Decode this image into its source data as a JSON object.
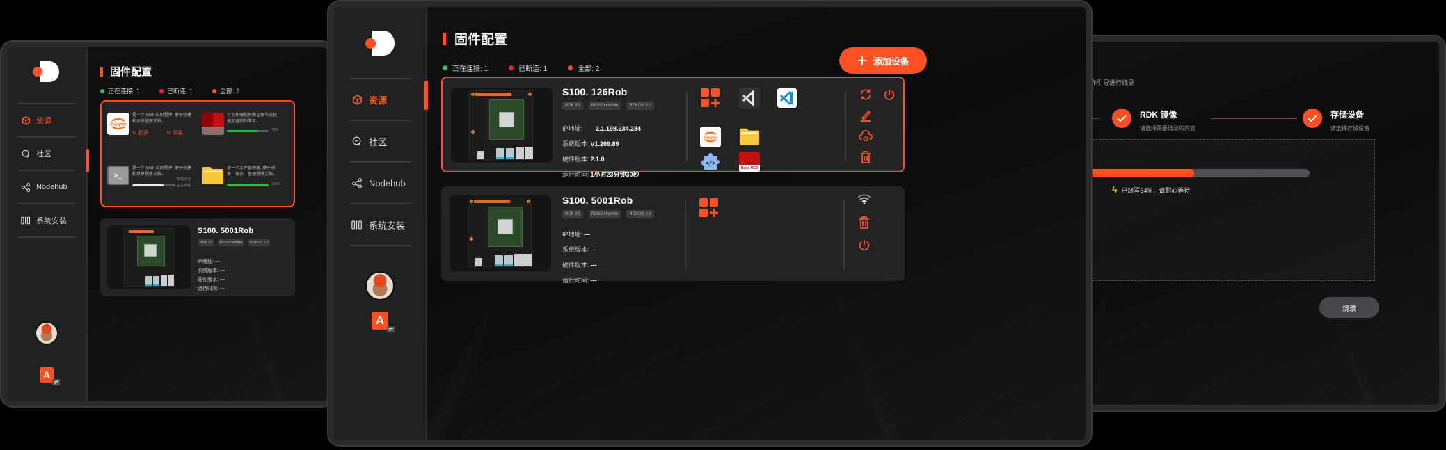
{
  "colors": {
    "accent": "#ff5024",
    "connected": "#1ec850",
    "disconnected": "#ff1e1e",
    "all": "#ff5024",
    "bg": "#0e0e0f",
    "sidebar": "#212123"
  },
  "sidebar": {
    "items": [
      {
        "label": "资源",
        "icon": "cube-icon",
        "active": true
      },
      {
        "label": "社区",
        "icon": "chat-bubble-icon",
        "active": false
      },
      {
        "label": "Nodehub",
        "icon": "share-nodes-icon",
        "active": false
      },
      {
        "label": "系统安装",
        "icon": "install-columns-icon",
        "active": false
      }
    ],
    "lang_badge": "A",
    "lang_swap": "⇄"
  },
  "page": {
    "title": "固件配置",
    "status": {
      "connected": "正在连接: 1",
      "disconnected": "已断连: 1",
      "all": "全部: 2"
    },
    "add_button": "添加设备",
    "add_button_icon": "+"
  },
  "devices": [
    {
      "name": "S100. 126Rob",
      "tags": [
        "RDK X3",
        "ROS2 Humble",
        "RDKOS 3.0"
      ],
      "info": [
        {
          "label": "IP地址:",
          "value": "2.1.198.234.234"
        },
        {
          "label": "系统版本:",
          "value": "V1.209.89"
        },
        {
          "label": "硬件版本:",
          "value": "2.1.0"
        },
        {
          "label": "运行时间:",
          "value": "1小时23分钟30秒"
        }
      ],
      "apps": [
        "add-app-icon",
        "visual-studio-icon",
        "vscode-icon",
        "jupyter-icon",
        "folder-icon",
        "extension-icon",
        "node-red-icon"
      ],
      "actions": [
        "refresh-icon",
        "power-icon",
        "edit-icon",
        "cloud-sync-icon",
        "trash-icon"
      ],
      "selected": true
    },
    {
      "name": "S100. 5001Rob",
      "tags": [
        "RDK X3",
        "ROS2 Humble",
        "RDKOS 3.0"
      ],
      "info": [
        {
          "label": "IP地址:",
          "value": "---"
        },
        {
          "label": "系统版本:",
          "value": "---"
        },
        {
          "label": "硬件版本:",
          "value": "---"
        },
        {
          "label": "运行时间:",
          "value": "---"
        }
      ],
      "apps": [
        "add-app-icon"
      ],
      "actions": [
        "wifi-icon",
        "trash-icon",
        "power-icon"
      ],
      "selected": false
    }
  ],
  "left_panel": {
    "apps": [
      {
        "name": "Jupyter",
        "desc_line1": "是一个 Web 应用程序, 便于创建",
        "desc_line2": "和共享程序文档。",
        "open": "打开",
        "uninstall": "卸载"
      },
      {
        "name": "Node-RED",
        "desc_line1": "可视化编程界面让编写流程",
        "desc_line2": "更加直观和简单。",
        "progress": "75%",
        "progress_value": 75
      },
      {
        "name": "Terminal",
        "desc_line1": "是一个 Web 应用程序, 便于创建",
        "desc_line2": "和共享程序文档。",
        "status1": "卸载成功",
        "status2": "正在卸载...",
        "progress_value": 72
      },
      {
        "name": "Files",
        "desc_line1": "是一个文件管理器, 便于创",
        "desc_line2": "享、保存、管理程序文档。",
        "progress": "100%",
        "progress_value": 100
      }
    ]
  },
  "right_panel": {
    "guide_text": "请按操作引导进行烧录",
    "steps": [
      {
        "title": "RDK 镜像",
        "subtitle": "请选择需要烧录的内容"
      },
      {
        "title": "存储设备",
        "subtitle": "请选择存储设备"
      }
    ],
    "progress_percent": 64,
    "progress_message": "已烧写64%，请耐心等待!",
    "burn_button": "烧录"
  }
}
